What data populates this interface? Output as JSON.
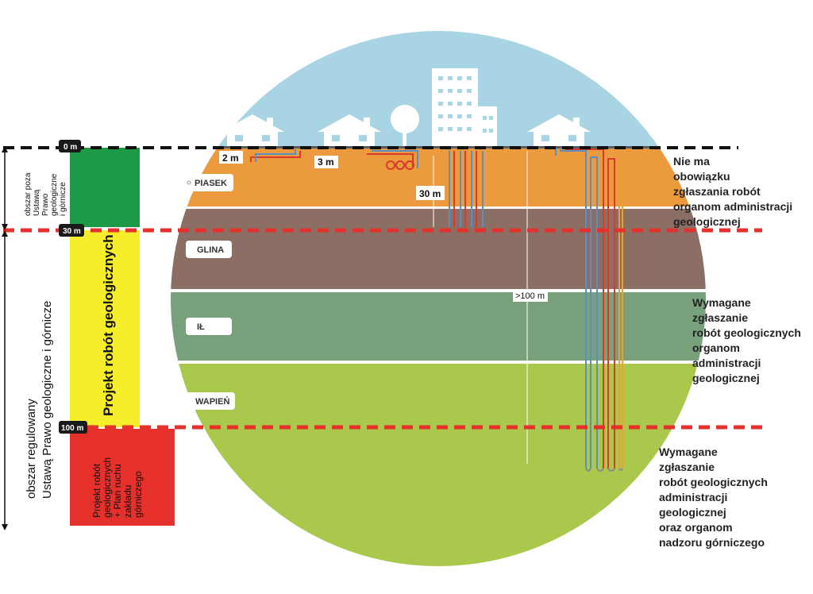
{
  "layers": [
    {
      "label": "PIASEK",
      "color": "#EB9A3D"
    },
    {
      "label": "GLINA",
      "color": "#8C6F64"
    },
    {
      "label": "IŁ",
      "color": "#77A07B"
    },
    {
      "label": "WAPIEŃ",
      "color": "#A9C84C"
    }
  ],
  "depth_markers": [
    {
      "label": "0 m"
    },
    {
      "label": "30 m"
    },
    {
      "label": "100 m"
    }
  ],
  "installation_labels": {
    "horizontal_2m": "2 m",
    "horizontal_3m": "3 m",
    "borehole_30m": "30 m",
    "borehole_100m": ">100 m"
  },
  "left_bar": {
    "green_text": [
      "obszar poza",
      "Ustawą",
      "Prawo",
      "geologiczne",
      "i górnicze"
    ],
    "yellow_text": "Projekt robót geologicznych",
    "red_text": [
      "Projekt robót",
      "geologicznych",
      "+ Plan ruchu",
      "zakładu",
      "górniczego"
    ],
    "regulated_text": [
      "obszar regulowany",
      "Ustawą Prawo geologiczne i górnicze"
    ]
  },
  "zones": {
    "zone1": [
      "Nie ma",
      "obowiązku",
      "zgłaszania robót",
      "organom administracji",
      "geologicznej"
    ],
    "zone2": [
      "Wymagane",
      "zgłaszanie",
      "robót geologicznych",
      "organom",
      "administracji",
      "geologicznej"
    ],
    "zone3": [
      "Wymagane",
      "zgłaszanie",
      "robót geologicznych",
      "administracji",
      "geologicznej",
      "oraz organom",
      "nadzoru górniczego"
    ]
  },
  "colors": {
    "sky": "#A8D4E4",
    "green_bar": "#1C9A47",
    "yellow_bar": "#F6EE2A",
    "red_bar": "#E5302B",
    "dash_red": "#E5302B"
  }
}
